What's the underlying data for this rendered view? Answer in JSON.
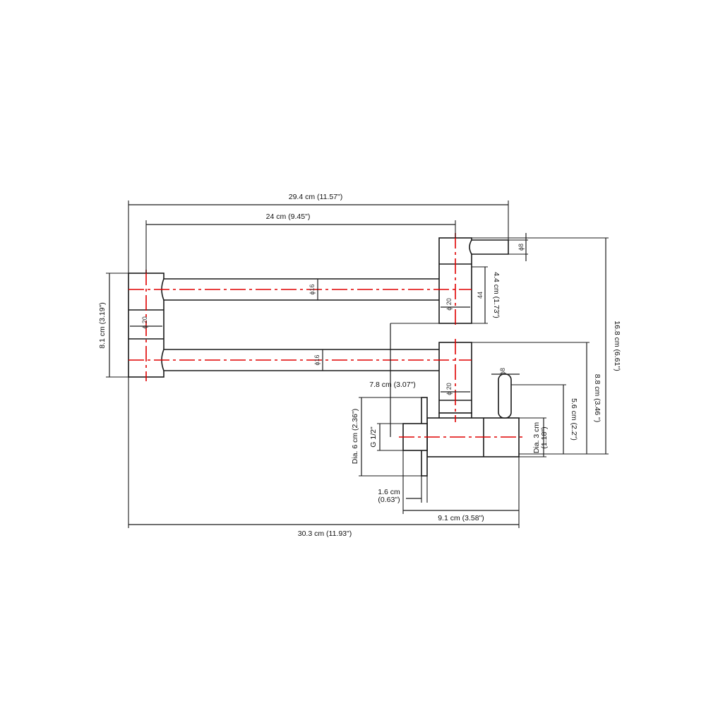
{
  "colors": {
    "line": "#1a1a1a",
    "centerline": "#e00000",
    "background": "#ffffff"
  },
  "dimensions": {
    "overall_span_top": "29.4 cm (11.57\")",
    "arm_length": "24 cm (9.45\")",
    "left_block_height": "8.1 cm (3.19\")",
    "overall_height": "16.8 cm (6.61\")",
    "upper_joint_height": "4.4 cm (1.73\")",
    "joint_44": "44",
    "reach_to_wall": "7.8 cm (3.07\")",
    "flange_dia": "Dia. 6 cm (2.36\")",
    "thread": "G 1/2\"",
    "flange_thickness_1": "1.6 cm",
    "flange_thickness_2": "(0.63\")",
    "valve_reach": "9.1 cm (3.58\")",
    "overall_span_bottom": "30.3 cm (11.93\")",
    "inlet_height": "8.8 cm (3.46 \")",
    "handle_height": "5.6 cm (2.2\")",
    "body_dia": "Dia. 3 cm",
    "body_dia_in": "(1.18\")"
  },
  "small_labels": {
    "phi16_upper": "ϕ16",
    "phi16_lower": "ϕ16",
    "phi8_spout": "ϕ8",
    "phi8_handle": "ϕ8",
    "phi20_left": "ϕ 20",
    "phi20_upper": "ϕ 20",
    "phi20_lower": "ϕ 20"
  }
}
